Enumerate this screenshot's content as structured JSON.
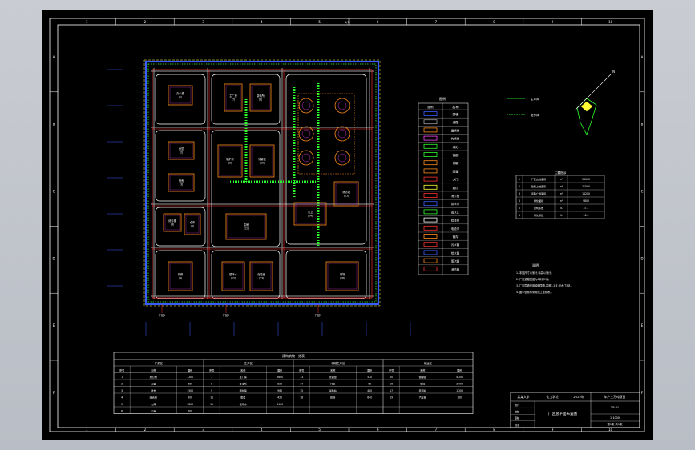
{
  "drawing": {
    "top_marks": [
      "1",
      "2",
      "3",
      "4",
      "5",
      "6",
      "7",
      "8",
      "9",
      "10"
    ],
    "side_marks": [
      "A",
      "B",
      "C",
      "D",
      "E",
      "F"
    ],
    "center_mark": "1/1"
  },
  "site_plan": {
    "blocks": [
      {
        "id": "b1",
        "label": "办公楼\n(1)"
      },
      {
        "id": "b2",
        "label": "食堂\n(2)"
      },
      {
        "id": "b3",
        "label": "宿舍\n(3)"
      },
      {
        "id": "b4",
        "label": "综合楼\n(4)"
      },
      {
        "id": "b5",
        "label": "仓库\n(5)"
      },
      {
        "id": "b6",
        "label": "机修\n(6)"
      },
      {
        "id": "b7",
        "label": "主厂房\n(7)"
      },
      {
        "id": "b8",
        "label": "变电所\n(8)"
      },
      {
        "id": "b9",
        "label": "锅炉房\n(9)"
      },
      {
        "id": "b10",
        "label": "储罐区\n(10)"
      },
      {
        "id": "b11",
        "label": "泵房\n(11)"
      },
      {
        "id": "b12",
        "label": "循环水\n(12)"
      },
      {
        "id": "b13",
        "label": "化验室\n(13)"
      },
      {
        "id": "b14",
        "label": "门卫\n(14)"
      },
      {
        "id": "b15",
        "label": "消防站\n(15)"
      },
      {
        "id": "b16",
        "label": "堆场\n(16)"
      }
    ],
    "gate_labels": [
      "厂区1",
      "厂区2",
      "厂区3"
    ]
  },
  "legend": {
    "title": "图例",
    "col_headers": [
      "图例",
      "名 称"
    ],
    "items": [
      "围墙",
      "道路",
      "建筑物",
      "构筑物",
      "绿化",
      "管廊",
      "储罐",
      "围堰",
      "大门",
      "路灯",
      "消火栓",
      "排水沟",
      "雨水口",
      "检查井",
      "电缆沟",
      "管沟",
      "污水管",
      "给水管",
      "蒸汽管",
      "消防管"
    ]
  },
  "wind_rose": {
    "lines": [
      "主导风",
      "夏季风"
    ],
    "north": "N"
  },
  "tech_table": {
    "title": "主要指标",
    "rows": [
      [
        "1",
        "厂区占地面积",
        "m²",
        "58000"
      ],
      [
        "2",
        "建筑占地面积",
        "m²",
        "21500"
      ],
      [
        "3",
        "道路广场面积",
        "m²",
        "14200"
      ],
      [
        "4",
        "绿化面积",
        "m²",
        "9800"
      ],
      [
        "5",
        "建筑系数",
        "%",
        "37.1"
      ],
      [
        "6",
        "绿化系数",
        "%",
        "16.9"
      ]
    ]
  },
  "notes": {
    "title": "说明",
    "lines": [
      "1. 本图尺寸以米计,标高以米计。",
      "2. 厂区道路宽度为6米和9米。",
      "3. 厂区围墙采用砖砌围墙,高度2.2米,设大门3处。",
      "4. 图中坐标系采用施工坐标系。"
    ]
  },
  "bottom_table": {
    "title": "建构筑物一览表",
    "groups": [
      "厂前区",
      "生产区",
      "辅助生产区",
      "储运区"
    ],
    "headers": [
      "序号",
      "名称",
      "面积",
      "序号",
      "名称",
      "面积",
      "序号",
      "名称",
      "面积",
      "序号",
      "名称",
      "面积"
    ],
    "rows": [
      [
        "1",
        "办公楼",
        "1200",
        "7",
        "主厂房",
        "5600",
        "13",
        "化验室",
        "520",
        "10",
        "储罐区",
        "4200"
      ],
      [
        "2",
        "食堂",
        "680",
        "8",
        "变电所",
        "820",
        "14",
        "门卫",
        "60",
        "16",
        "堆场",
        "3600"
      ],
      [
        "3",
        "宿舍",
        "1500",
        "9",
        "锅炉房",
        "960",
        "15",
        "消防站",
        "480",
        "17",
        "装卸站",
        "1200"
      ],
      [
        "4",
        "综合楼",
        "900",
        "11",
        "泵房",
        "420",
        "18",
        "机修",
        "640",
        "19",
        "汽车衡",
        "120"
      ],
      [
        "5",
        "仓库",
        "1800",
        "12",
        "循环水",
        "1100",
        "",
        "",
        "",
        "",
        "",
        ""
      ],
      [
        "6",
        "车库",
        "600",
        "",
        "",
        "",
        "",
        "",
        "",
        "",
        "",
        ""
      ]
    ]
  },
  "title_block": {
    "school": "某某大学",
    "dept": "化工学院",
    "year": "2022年",
    "project": "年产三万吨项目",
    "drawing_name": "厂区总平面布置图",
    "drawing_no": "ZP-01",
    "scale": "1:1000",
    "sheet": "第1张 共1张",
    "roles": [
      "设计",
      "校核",
      "审核",
      "批准"
    ]
  },
  "colors": {
    "paper": "#000000",
    "frame": "#ffffff",
    "road": "#9a9a9a",
    "fence": "#3a5cff",
    "green": "#2cff2c",
    "building": "#ff8c1a",
    "pipe": "#ff3030",
    "yellow": "#ffff33",
    "magenta": "#ff40ff"
  }
}
